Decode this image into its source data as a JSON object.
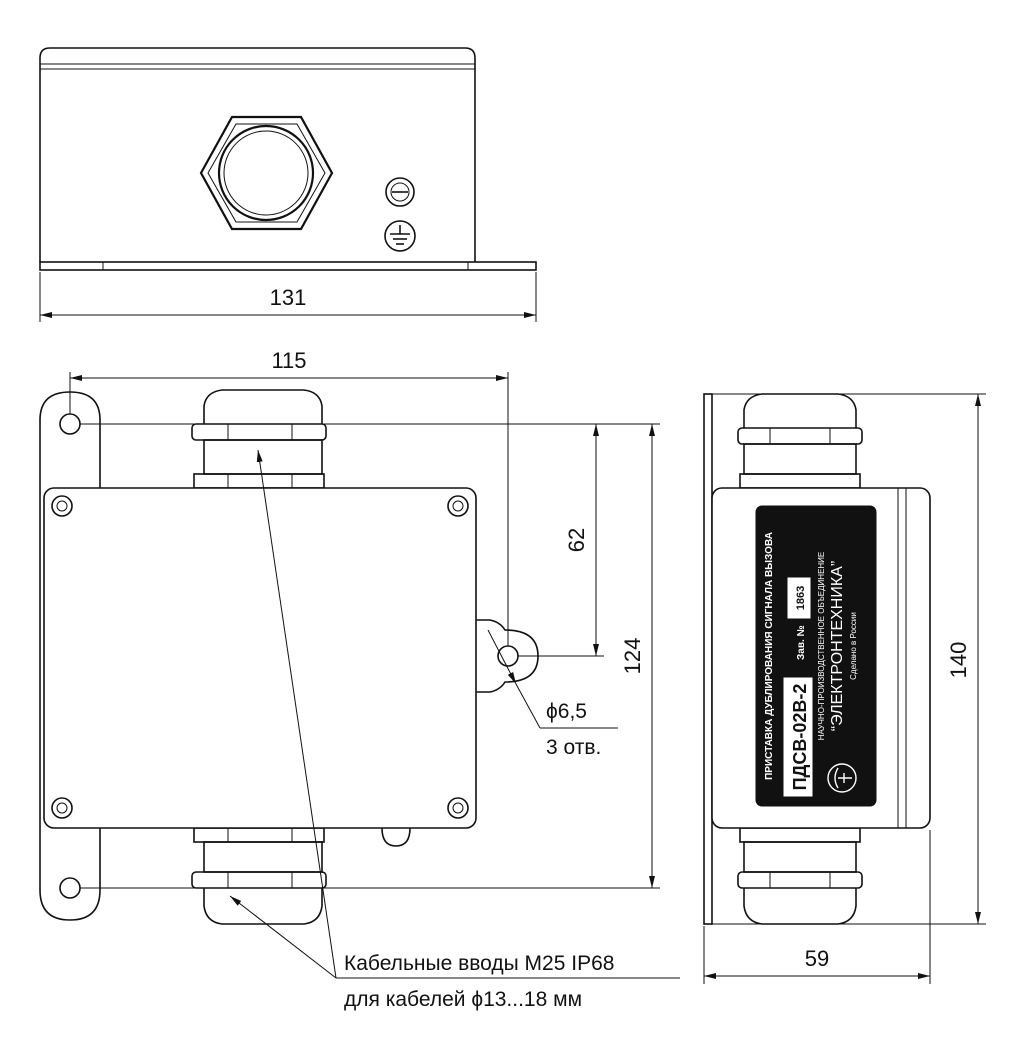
{
  "dimensions": {
    "front_width": "131",
    "plan_width": "115",
    "hole_spacing_small": "62",
    "height_main": "124",
    "side_height": "140",
    "side_width": "59"
  },
  "callouts": {
    "hole_diameter": "ϕ6,5",
    "hole_count": "3 отв.",
    "cable_line1": "Кабельные вводы М25 IP68",
    "cable_line2": "для кабелей ϕ13...18 мм"
  },
  "nameplate": {
    "product_type": "ПРИСТАВКА ДУБЛИРОВАНИЯ СИГНАЛА ВЫЗОВА",
    "model": "ПДСВ-02В-2",
    "serial_label": "Зав. №",
    "serial_number": "1863",
    "org_type": "НАУЧНО-ПРОИЗВОДСТВЕННОЕ ОБЪЕДИНЕНИЕ",
    "org_name": "“ЭЛЕКТРОНТЕХНИКА”",
    "made_in": "Сделано в России"
  }
}
